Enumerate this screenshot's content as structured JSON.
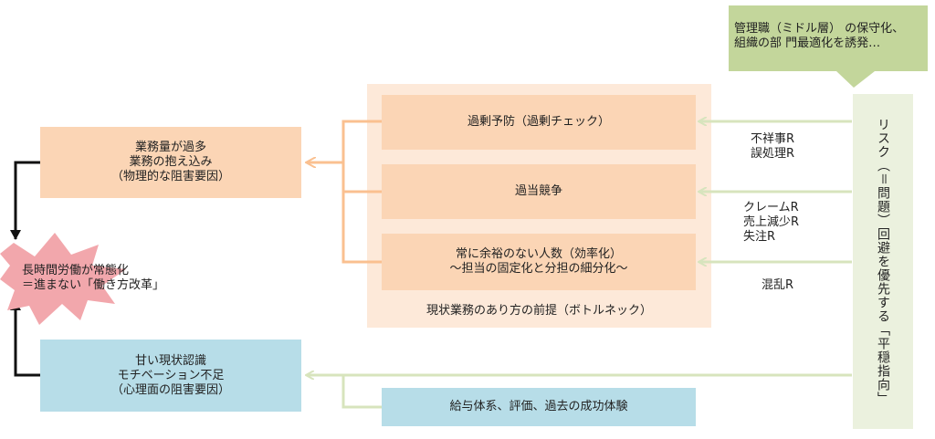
{
  "diagram": {
    "group_caption": "現状業務のあり方の前提（ボトルネック）",
    "process_boxes": [
      "過剰予防（過剰チェック）",
      "過当競争",
      "常に余裕のない人数（効率化）\n～担当の固定化と分担の細分化～"
    ],
    "workload_box": "業務量が過多\n業務の抱え込み\n（物理的な阻害要因）",
    "mindset_box": "甘い現状認識\nモチベーション不足\n（心理面の阻害要因）",
    "compensation_box": "給与体系、評価、過去の成功体験",
    "burst_text": "長時間労働が常態化\n＝進まない「働き方改革」",
    "risk_column": "リスク（＝問題）回避を優先する「平穏指向」",
    "callout": "管理職（ミドル層） の保守化、\n組織の部 門最適化を誘発…",
    "risk_labels": [
      "不祥事R\n誤処理R",
      "クレームR\n売上減少R\n失注R",
      "混乱R"
    ]
  },
  "colors": {
    "orange": "#fbd5b5",
    "group_bg": "#fde9d9",
    "blue": "#b7dde8",
    "green": "#ebf1de",
    "callout": "#c3d69b",
    "burst": "#f2a7ac",
    "connector_orange": "#fac090",
    "connector_green": "#d7e4bd"
  }
}
